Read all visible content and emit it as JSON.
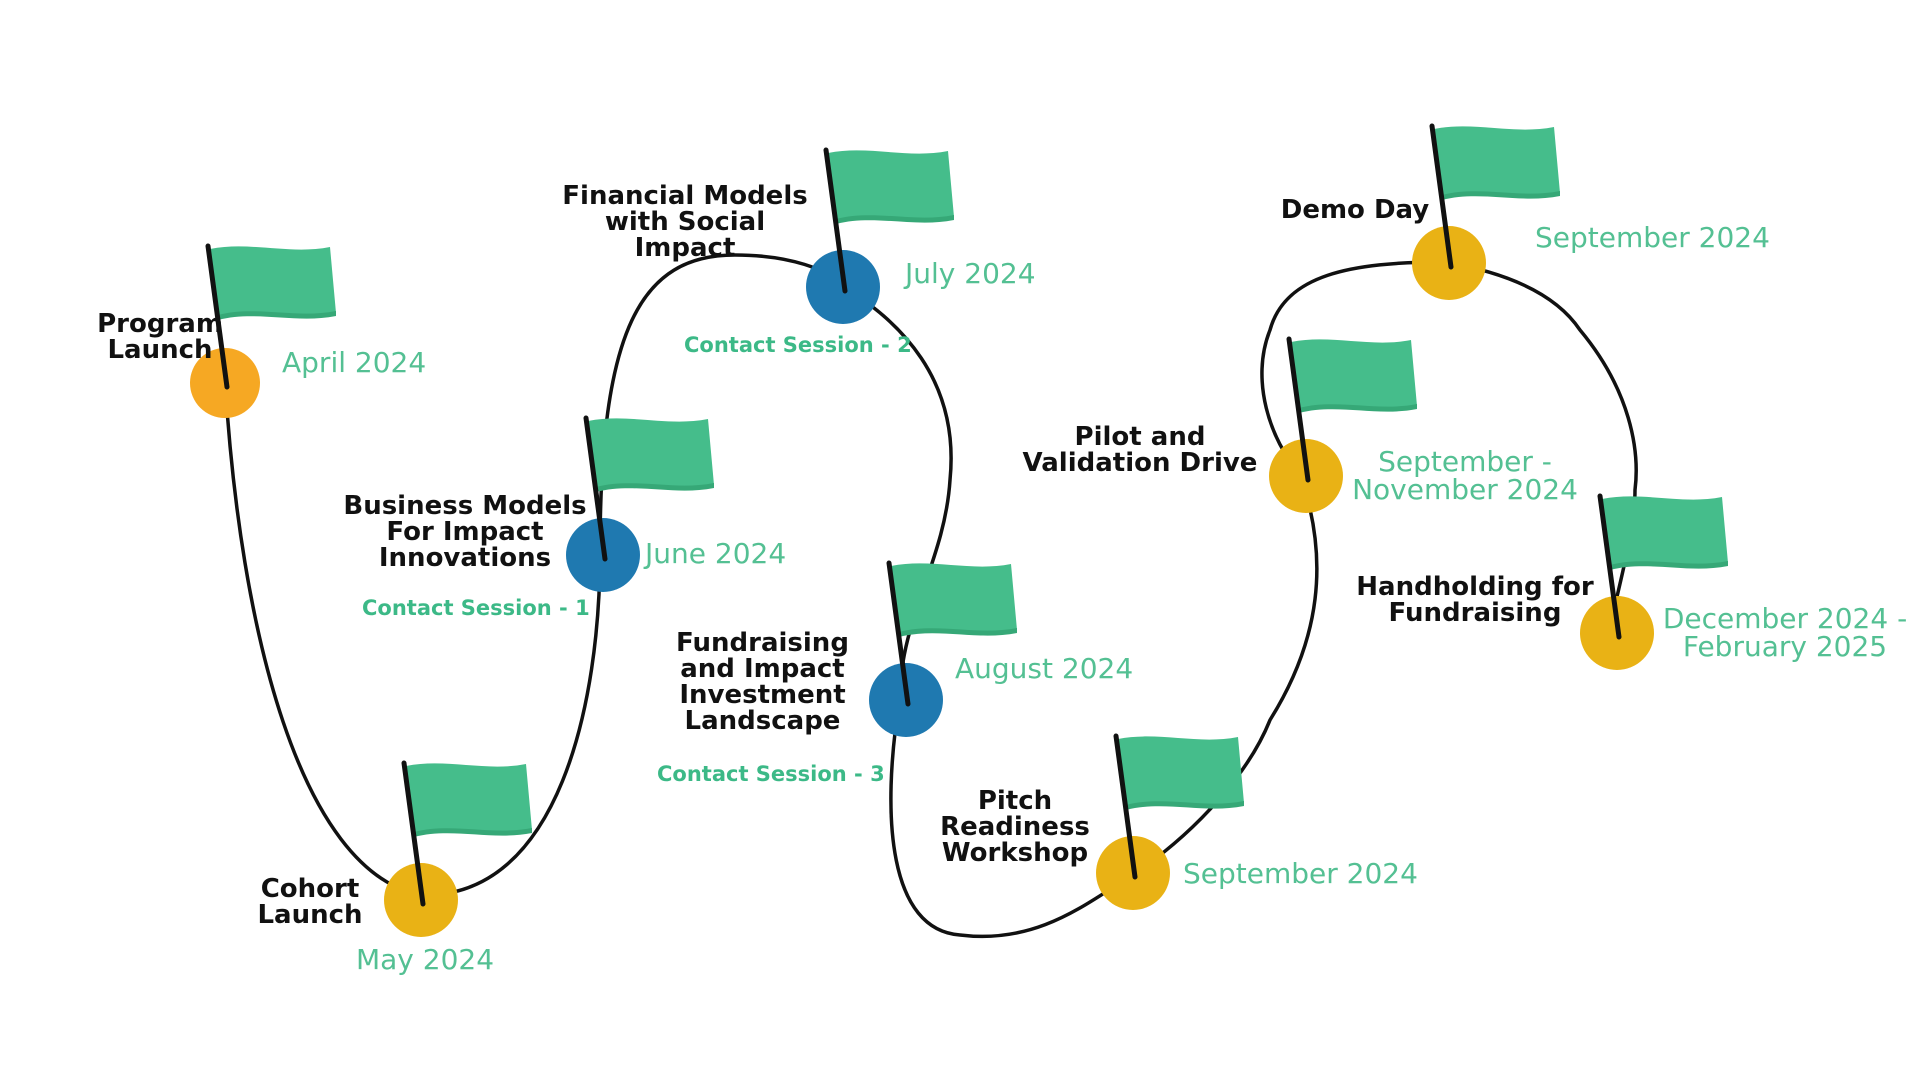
{
  "colors": {
    "path": "#111111",
    "flag": "#45bd8b",
    "flag_shade": "#36a877",
    "pole": "#111111",
    "marker_orange": "#f6a823",
    "marker_yellow": "#e9b215",
    "marker_blue": "#1f79b0",
    "date_text": "#54c093",
    "session_text": "#3cb987"
  },
  "milestones": [
    {
      "id": "program-launch",
      "label": "Program\nLaunch",
      "date": "April 2024",
      "marker_color": "orange",
      "icon": "flag-icon"
    },
    {
      "id": "cohort-launch",
      "label": "Cohort\nLaunch",
      "date": "May 2024",
      "marker_color": "yellow",
      "icon": "flag-icon"
    },
    {
      "id": "business-models",
      "label": "Business Models\nFor Impact\nInnovations",
      "date": "June 2024",
      "session": "Contact Session - 1",
      "marker_color": "blue",
      "icon": "flag-icon"
    },
    {
      "id": "financial-models",
      "label": "Financial Models\nwith Social Impact",
      "date": "July 2024",
      "session": "Contact Session - 2",
      "marker_color": "blue",
      "icon": "flag-icon"
    },
    {
      "id": "fundraising-landscape",
      "label": "Fundraising\nand Impact\nInvestment\nLandscape",
      "date": "August 2024",
      "session": "Contact Session - 3",
      "marker_color": "blue",
      "icon": "flag-icon"
    },
    {
      "id": "pitch-readiness",
      "label": "Pitch\nReadiness\nWorkshop",
      "date": "September 2024",
      "marker_color": "yellow",
      "icon": "flag-icon"
    },
    {
      "id": "pilot-validation",
      "label": "Pilot and\nValidation Drive",
      "date": "September -\nNovember 2024",
      "marker_color": "yellow",
      "icon": "flag-icon"
    },
    {
      "id": "demo-day",
      "label": "Demo Day",
      "date": "September 2024",
      "marker_color": "yellow",
      "icon": "flag-icon"
    },
    {
      "id": "handholding",
      "label": "Handholding for\nFundraising",
      "date": "December 2024 -\nFebruary 2025",
      "marker_color": "yellow",
      "icon": "flag-icon"
    }
  ]
}
